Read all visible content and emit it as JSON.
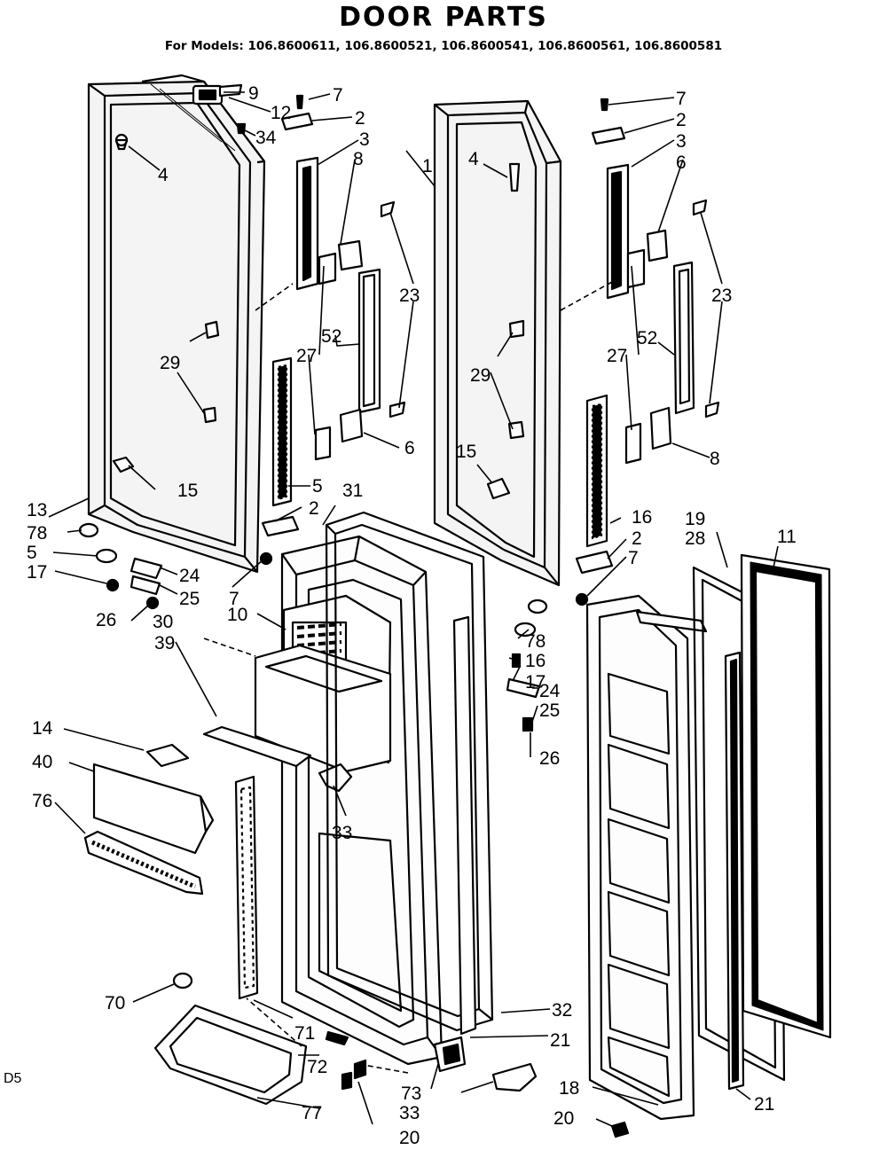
{
  "title": "DOOR PARTS",
  "subtitle": "For Models: 106.8600611, 106.8600521, 106.8600541, 106.8600561, 106.8600581",
  "corner_code": "D5",
  "callouts": [
    "9",
    "7",
    "12",
    "2",
    "34",
    "3",
    "8",
    "4",
    "1",
    "7",
    "2",
    "3",
    "6",
    "4",
    "23",
    "52",
    "27",
    "29",
    "23",
    "27",
    "52",
    "29",
    "6",
    "8",
    "15",
    "15",
    "5",
    "31",
    "13",
    "2",
    "19",
    "28",
    "11",
    "78",
    "16",
    "5",
    "2",
    "17",
    "24",
    "25",
    "7",
    "7",
    "26",
    "30",
    "10",
    "78",
    "39",
    "16",
    "17",
    "24",
    "25",
    "26",
    "14",
    "40",
    "33",
    "76",
    "33",
    "70",
    "71",
    "72",
    "32",
    "21",
    "73",
    "18",
    "21",
    "77",
    "20",
    "33",
    "20"
  ]
}
